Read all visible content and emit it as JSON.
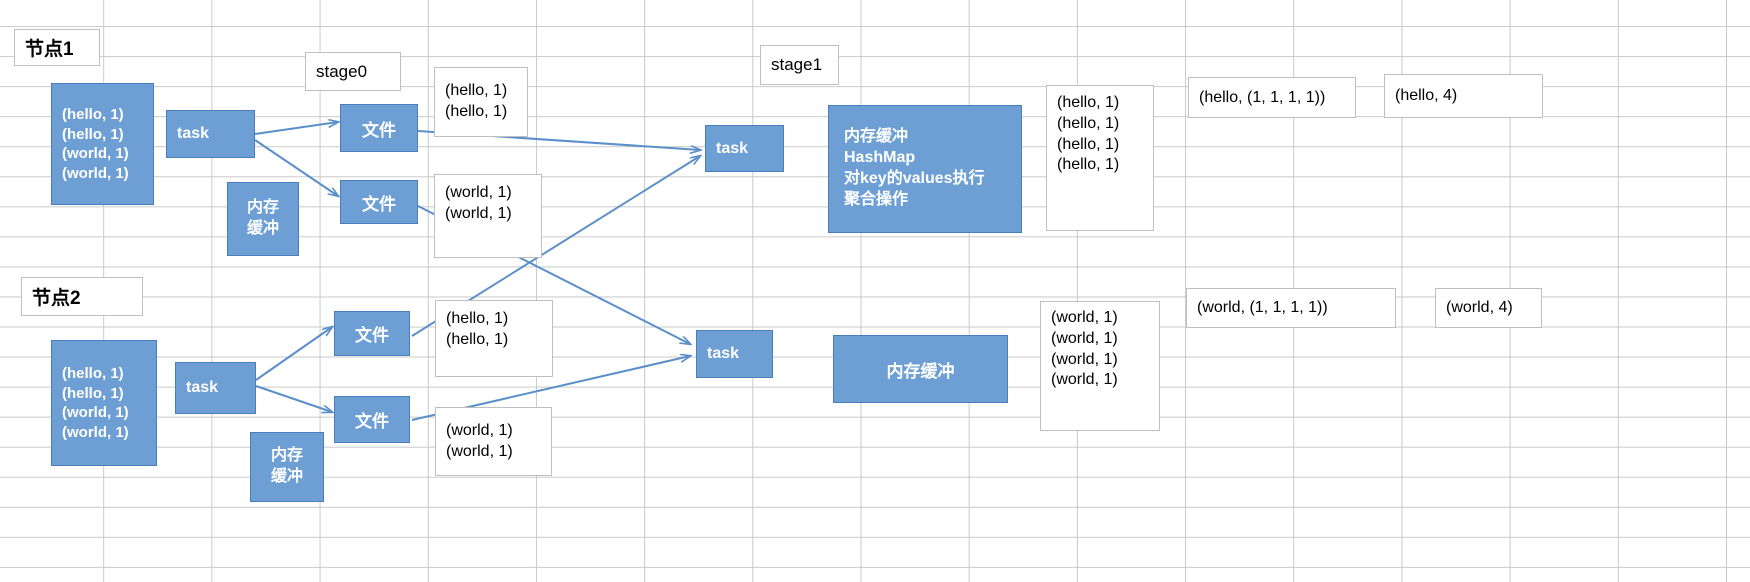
{
  "diagram": {
    "title": "MapReduce / Spark shuffle stage diagram",
    "colors": {
      "box_blue_fill": "#6e9fd4",
      "box_blue_border": "#4a7ebb",
      "box_white_fill": "#ffffff",
      "box_white_border": "#bfbfbf",
      "connector": "#5b8fc9",
      "grid_line": "#c9c9c9"
    }
  },
  "labels": {
    "node1": "节点1",
    "node2": "节点2",
    "stage0": "stage0",
    "stage1": "stage1"
  },
  "node1": {
    "input_pairs": [
      "(hello, 1)",
      "(hello, 1)",
      "(world, 1)",
      "(world, 1)"
    ],
    "task": "task",
    "mem_buffer": [
      "内存",
      "缓冲"
    ],
    "file_a": "文件",
    "file_b": "文件",
    "file_a_pairs": [
      "(hello, 1)",
      "(hello, 1)"
    ],
    "file_b_pairs": [
      "(world, 1)",
      "(world, 1)"
    ]
  },
  "node2": {
    "input_pairs": [
      "(hello, 1)",
      "(hello, 1)",
      "(world, 1)",
      "(world, 1)"
    ],
    "task": "task",
    "mem_buffer": [
      "内存",
      "缓冲"
    ],
    "file_a": "文件",
    "file_b": "文件",
    "file_a_pairs": [
      "(hello, 1)",
      "(hello, 1)"
    ],
    "file_b_pairs": [
      "(world, 1)",
      "(world, 1)"
    ]
  },
  "stage1": {
    "task_top": "task",
    "task_bottom": "task",
    "hashmap_box": [
      "内存缓冲",
      "HashMap",
      "对key的values执行",
      "聚合操作"
    ],
    "mem_buffer_bottom": "内存缓冲",
    "collected_hello": [
      "(hello, 1)",
      "(hello, 1)",
      "(hello, 1)",
      "(hello, 1)"
    ],
    "collected_world": [
      "(world, 1)",
      "(world, 1)",
      "(world, 1)",
      "(world, 1)"
    ],
    "grouped_hello": "(hello, (1, 1, 1, 1))",
    "grouped_world": "(world, (1, 1, 1, 1))",
    "result_hello": "(hello, 4)",
    "result_world": "(world, 4)"
  }
}
